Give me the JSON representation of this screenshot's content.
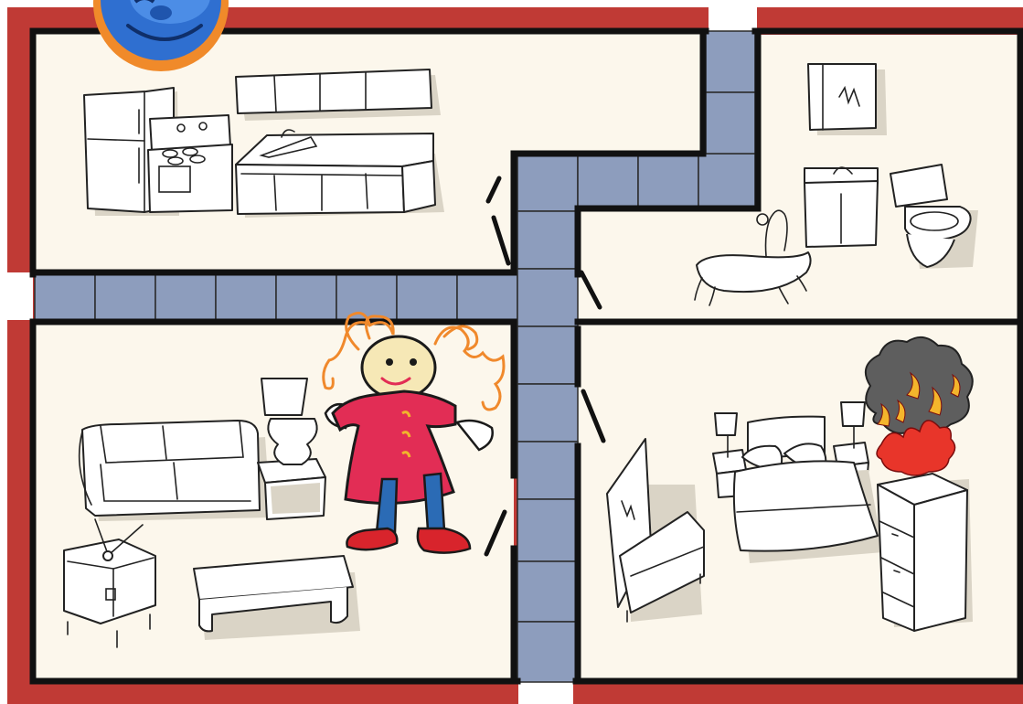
{
  "scene": {
    "colors": {
      "outer_wall": "#c03a35",
      "floor": "#fcf7ec",
      "hallway_tile": "#8d9dbd",
      "wall_line": "#111111",
      "fire": "#e8352a",
      "smoke": "#5e5e5e",
      "character_coat": "#e22d55",
      "character_hair": "#f0892c",
      "character_legs": "#2b6bb5",
      "character_shoes": "#d8242c",
      "mascot_face": "#2f6fd0",
      "mascot_ring": "#f08a2a"
    },
    "rooms": [
      "kitchen",
      "bathroom",
      "living-room",
      "bedroom",
      "hallway"
    ],
    "icons": [
      "mascot-icon",
      "fire-icon",
      "smoke-icon"
    ]
  }
}
